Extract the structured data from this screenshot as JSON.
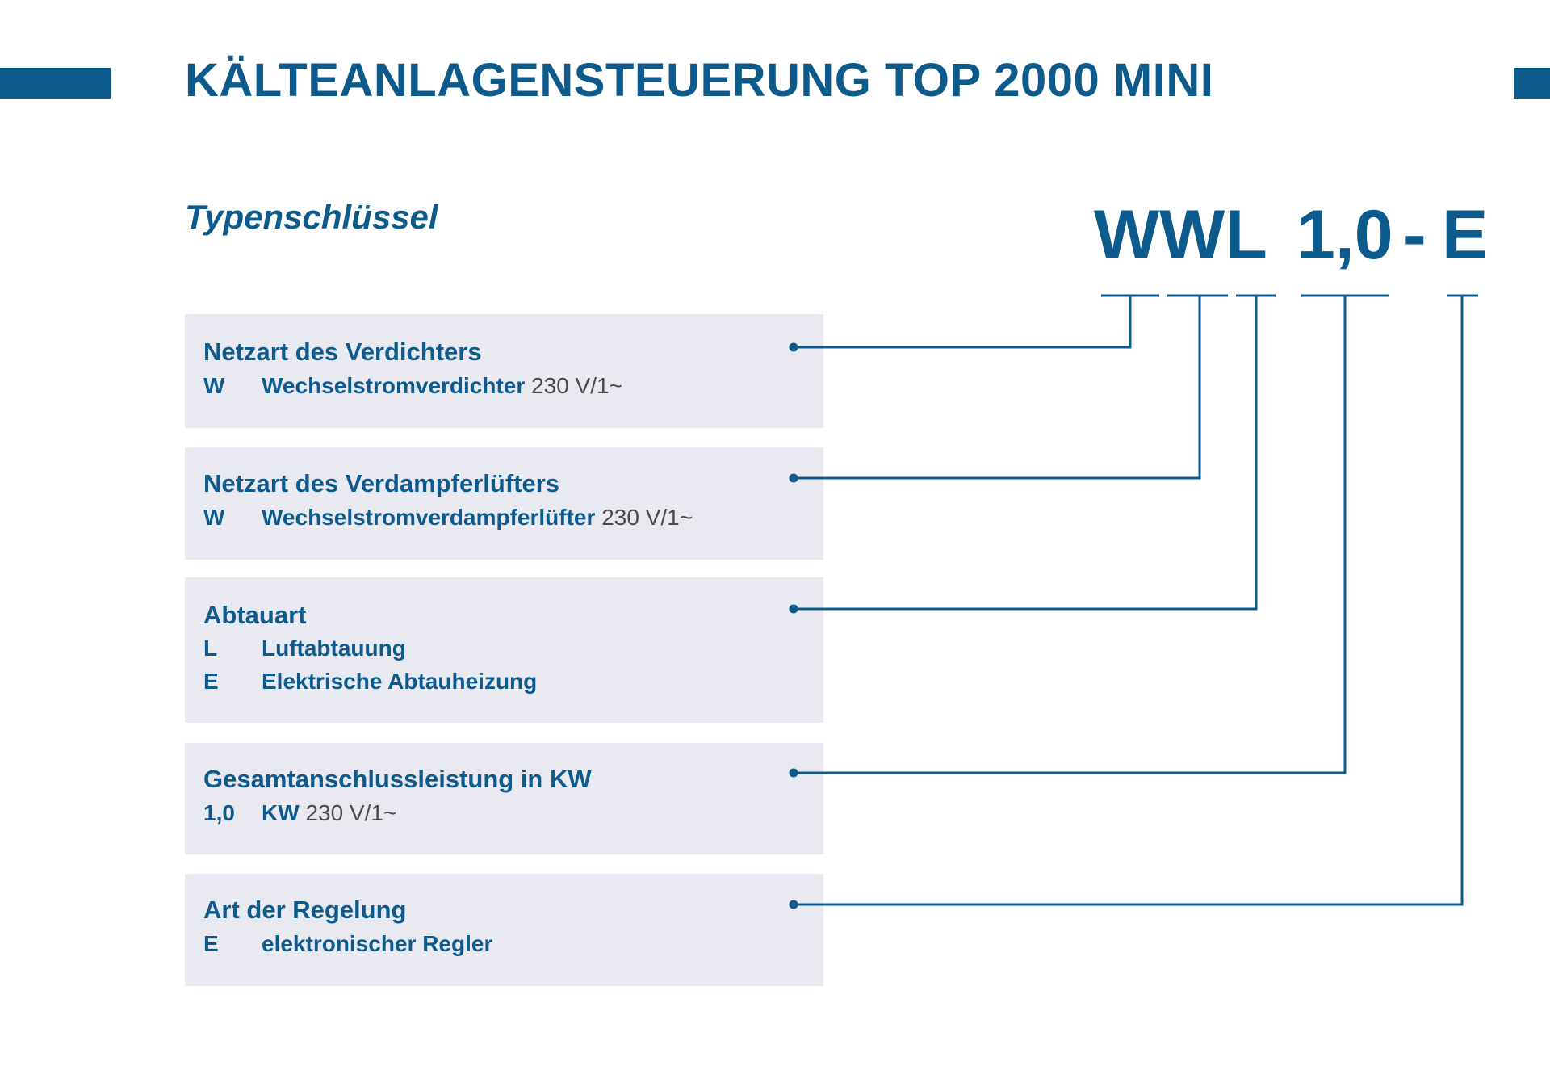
{
  "header": {
    "title": "KÄLTEANLAGENSTEUERUNG TOP 2000 MINI",
    "subtitle": "Typenschlüssel"
  },
  "type_code": {
    "segments": [
      "WWL",
      "1,0",
      "-",
      "E"
    ]
  },
  "sections": [
    {
      "title": "Netzart des Verdichters",
      "options": [
        {
          "code": "W",
          "label": "Wechselstromverdichter",
          "spec": "230 V/1~"
        }
      ]
    },
    {
      "title": "Netzart des Verdampferlüfters",
      "options": [
        {
          "code": "W",
          "label": "Wechselstromverdampferlüfter",
          "spec": "230 V/1~"
        }
      ]
    },
    {
      "title": "Abtauart",
      "options": [
        {
          "code": "L",
          "label": "Luftabtauung",
          "spec": ""
        },
        {
          "code": "E",
          "label": "Elektrische Abtauheizung",
          "spec": ""
        }
      ]
    },
    {
      "title": "Gesamtanschlussleistung in KW",
      "options": [
        {
          "code": "1,0",
          "label": "KW",
          "spec": "230 V/1~"
        }
      ]
    },
    {
      "title": "Art der Regelung",
      "options": [
        {
          "code": "E",
          "label": "elektronischer Regler",
          "spec": ""
        }
      ]
    }
  ],
  "colors": {
    "primary": "#0d5a8c",
    "box_background": "#e9e9f2",
    "spec_text": "#4a4a4a"
  }
}
